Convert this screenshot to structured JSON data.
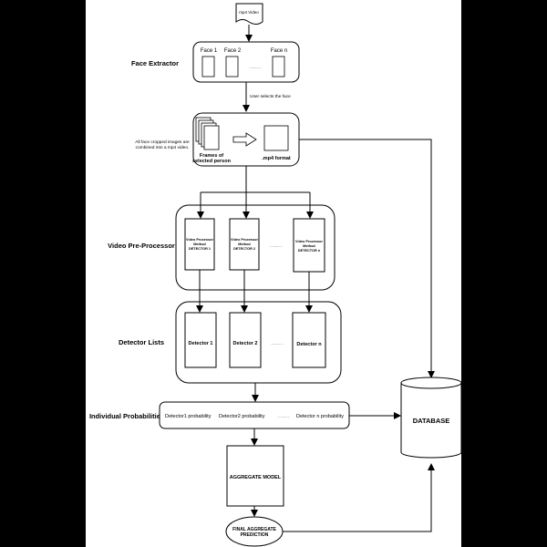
{
  "diagram": {
    "input_label": "mp4 Video",
    "face_extractor": {
      "label": "Face Extractor",
      "faces": [
        "Face 1",
        "Face 2",
        "Face n"
      ],
      "ellipsis": "............"
    },
    "user_selects": "User selects the face",
    "note_lines": [
      "All face cropped images are",
      "combined into a mp4 video."
    ],
    "frames_label_lines": [
      "Frames of",
      "selected person"
    ],
    "mp4_format": ".mp4 format",
    "video_preprocessor": {
      "label": "Video Pre-Processor",
      "methods": [
        [
          "Video Processor",
          "Method",
          "DETECTOR 1"
        ],
        [
          "Video Processor",
          "Method",
          "DETECTOR 2"
        ],
        [
          "Video Processor",
          "Method",
          "DETECTOR n"
        ]
      ],
      "ellipsis": "............"
    },
    "detector_lists": {
      "label": "Detector Lists",
      "detectors": [
        "Detector 1",
        "Detector 2",
        "Detector n"
      ],
      "ellipsis": "............"
    },
    "individual_probabilities": {
      "label": "Individual Probabilities",
      "items": [
        "Detector1 probability",
        "Detector2 probability",
        "Detector n probability"
      ],
      "ellipsis": "............"
    },
    "aggregate_model": "AGGREGATE MODEL",
    "final_prediction_lines": [
      "FINAL AGGREGATE",
      "PREDICTION"
    ],
    "database": "DATABASE"
  },
  "colors": {
    "background": "#000000",
    "canvas": "#ffffff",
    "stroke": "#000000"
  }
}
